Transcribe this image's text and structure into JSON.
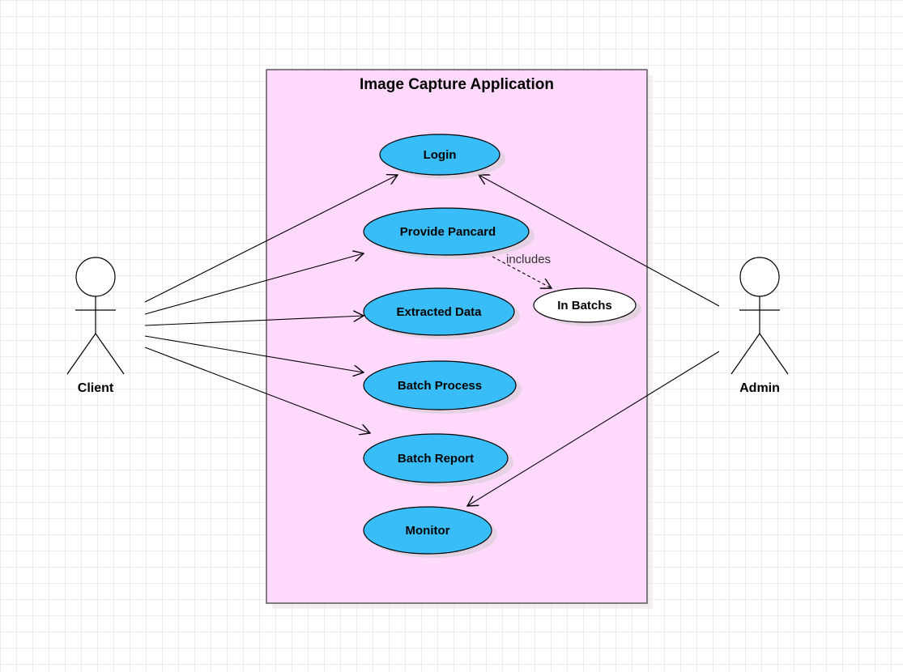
{
  "system": {
    "title": "Image Capture Application",
    "fill": "#ffd9fb",
    "stroke": "#333333"
  },
  "actors": {
    "client": {
      "label": "Client"
    },
    "admin": {
      "label": "Admin"
    }
  },
  "use_cases": {
    "login": "Login",
    "provide_pancard": "Provide Pancard",
    "extracted_data": "Extracted Data",
    "in_batchs": "In Batchs",
    "batch_process": "Batch Process",
    "batch_report": "Batch Report",
    "monitor": "Monitor"
  },
  "relations": {
    "includes_label": "includes"
  },
  "colors": {
    "use_case_fill": "#38bdf8",
    "extension_fill": "#ffffff",
    "shadow": "#d8cfd8"
  }
}
